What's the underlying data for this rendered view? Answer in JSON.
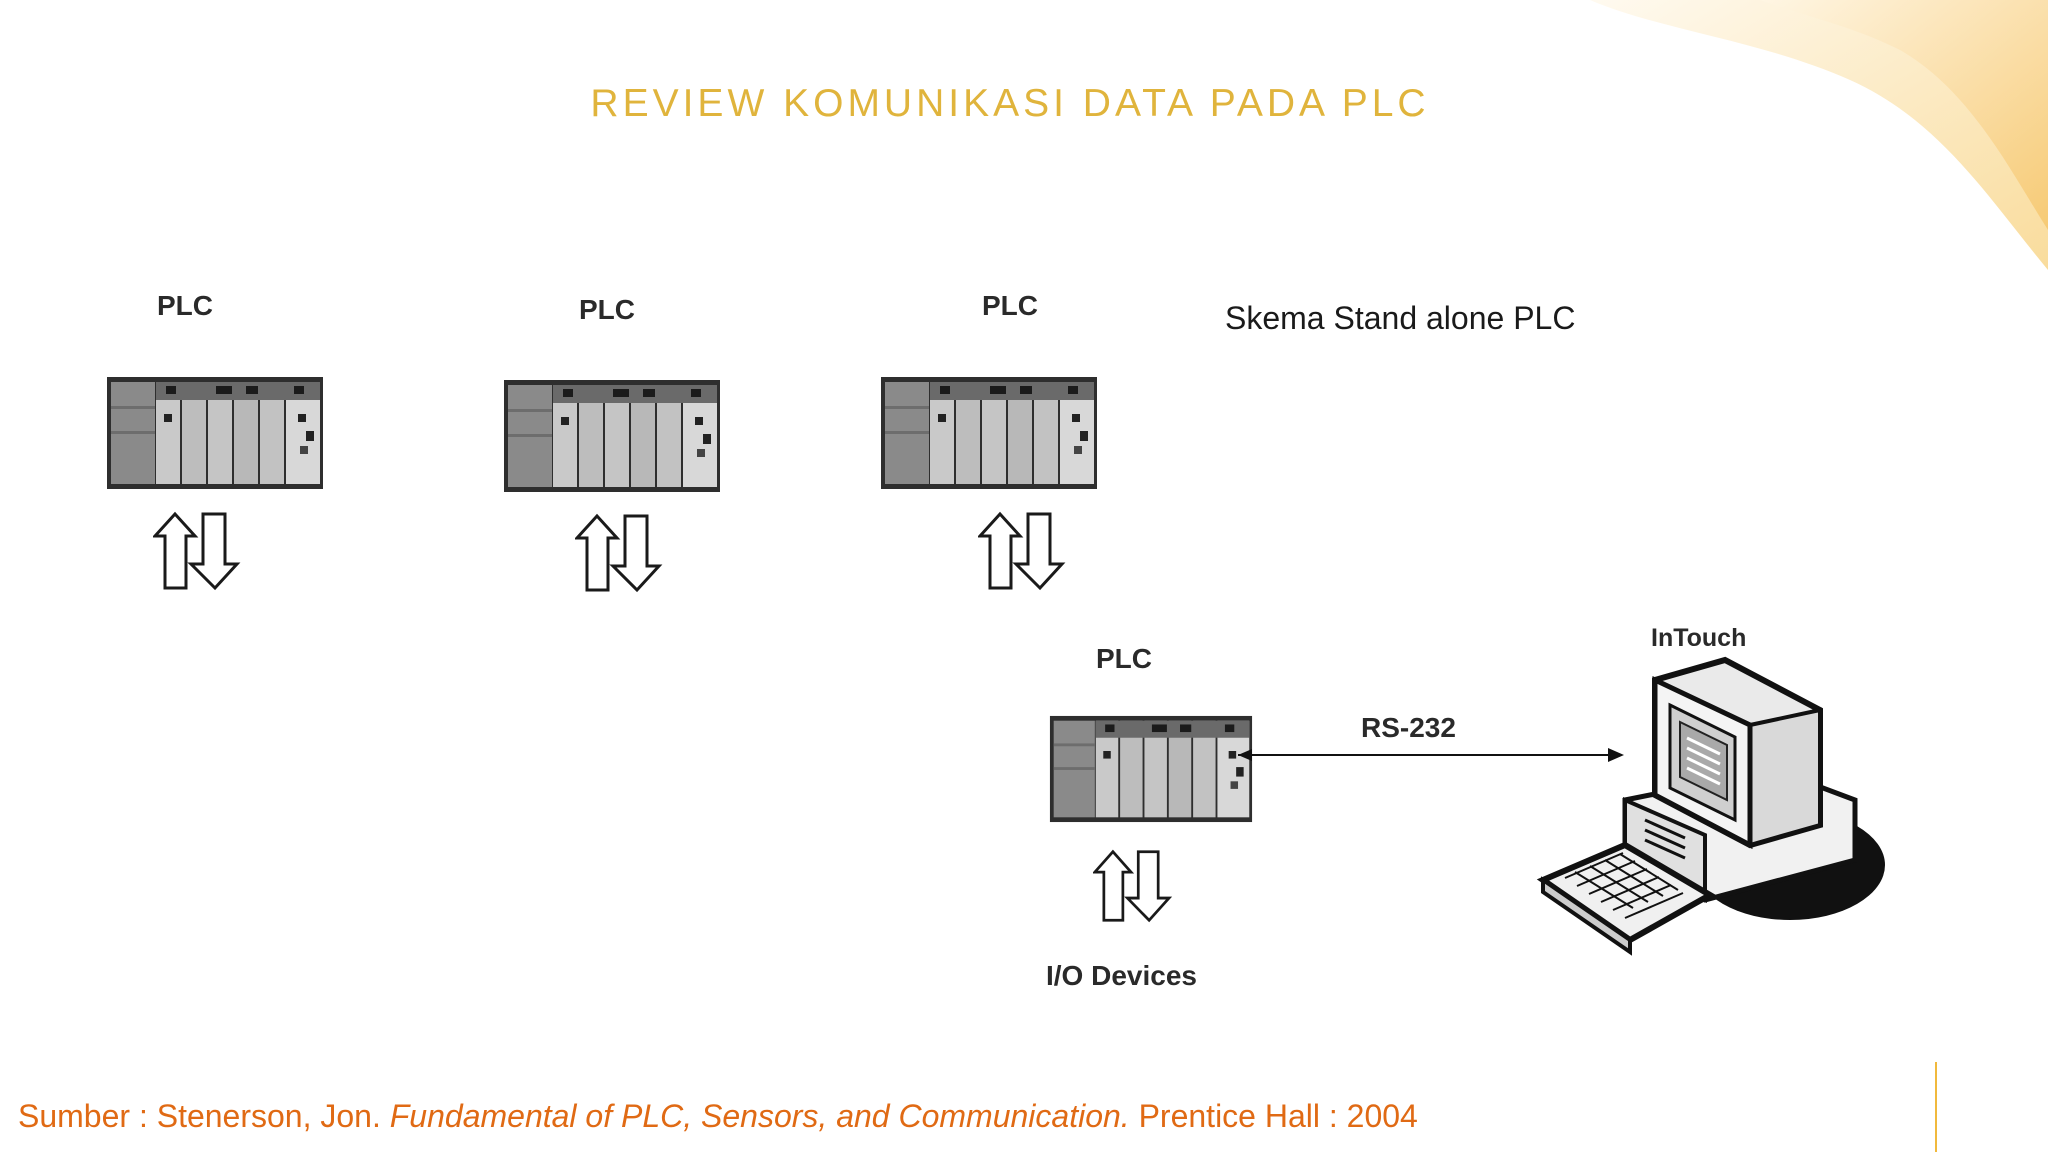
{
  "slide": {
    "title": "REVIEW KOMUNIKASI DATA PADA PLC",
    "scheme_label": "Skema Stand alone PLC"
  },
  "diagram": {
    "plc_label": "PLC",
    "link_label": "RS-232",
    "io_label": "I/O Devices",
    "computer_label": "InTouch"
  },
  "source": {
    "prefix": "Sumber : Stenerson, Jon. ",
    "book_title": "Fundamental of PLC, Sensors, and Communication.",
    "suffix": " Prentice Hall : 2004"
  },
  "colors": {
    "title": "#e0b43c",
    "source": "#e06a14",
    "accent_line": "#f1b93c"
  }
}
